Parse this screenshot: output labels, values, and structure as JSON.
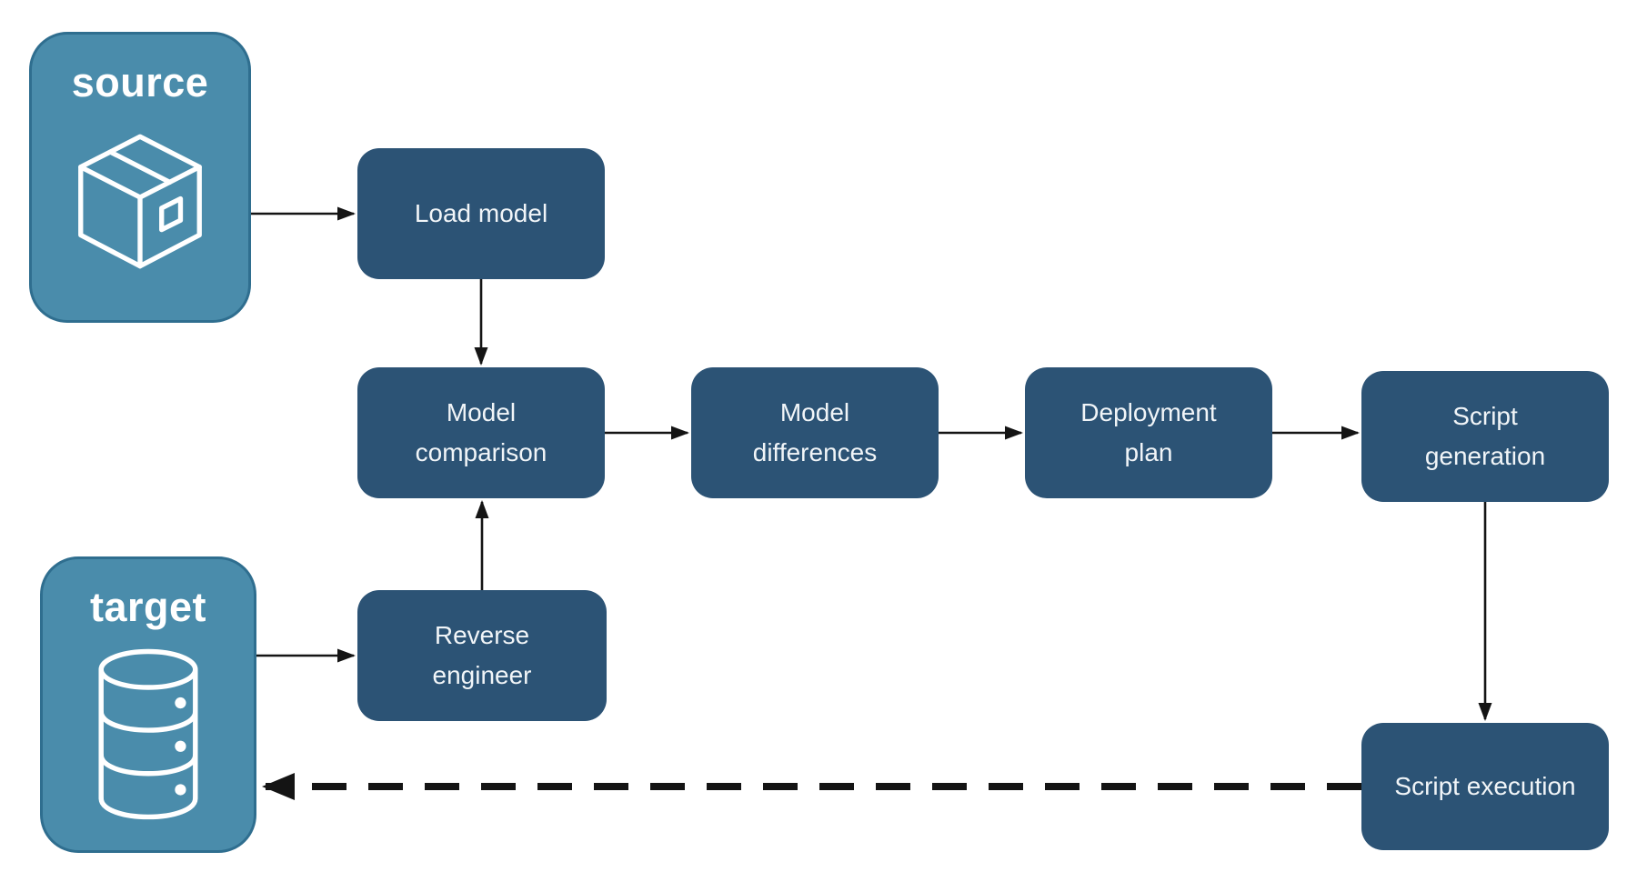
{
  "diagram": {
    "title": "schema compare deployment flow",
    "colors": {
      "background": "#ffffff",
      "container_fill": "#4A8CAB",
      "container_border": "#2F6E8F",
      "node_fill": "#2C5375",
      "label_text": "#F1F5F8",
      "container_text": "#FFFFFF",
      "arrow": "#141414"
    },
    "containers": {
      "source": {
        "label": "source",
        "icon": "package-icon"
      },
      "target": {
        "label": "target",
        "icon": "database-icon"
      }
    },
    "nodes": {
      "load_model": {
        "label": "Load model"
      },
      "model_comparison": {
        "label": "Model comparison"
      },
      "model_differences": {
        "label": "Model differences"
      },
      "deployment_plan": {
        "label": "Deployment plan"
      },
      "script_generation": {
        "label": "Script generation"
      },
      "reverse_engineer": {
        "label": "Reverse engineer"
      },
      "script_execution": {
        "label": "Script execution"
      }
    },
    "edges": [
      {
        "from": "source",
        "to": "load_model",
        "style": "solid"
      },
      {
        "from": "load_model",
        "to": "model_comparison",
        "style": "solid"
      },
      {
        "from": "model_comparison",
        "to": "model_differences",
        "style": "solid"
      },
      {
        "from": "model_differences",
        "to": "deployment_plan",
        "style": "solid"
      },
      {
        "from": "deployment_plan",
        "to": "script_generation",
        "style": "solid"
      },
      {
        "from": "script_generation",
        "to": "script_execution",
        "style": "solid"
      },
      {
        "from": "target",
        "to": "reverse_engineer",
        "style": "solid"
      },
      {
        "from": "reverse_engineer",
        "to": "model_comparison",
        "style": "solid"
      },
      {
        "from": "script_execution",
        "to": "target",
        "style": "dashed"
      }
    ]
  }
}
